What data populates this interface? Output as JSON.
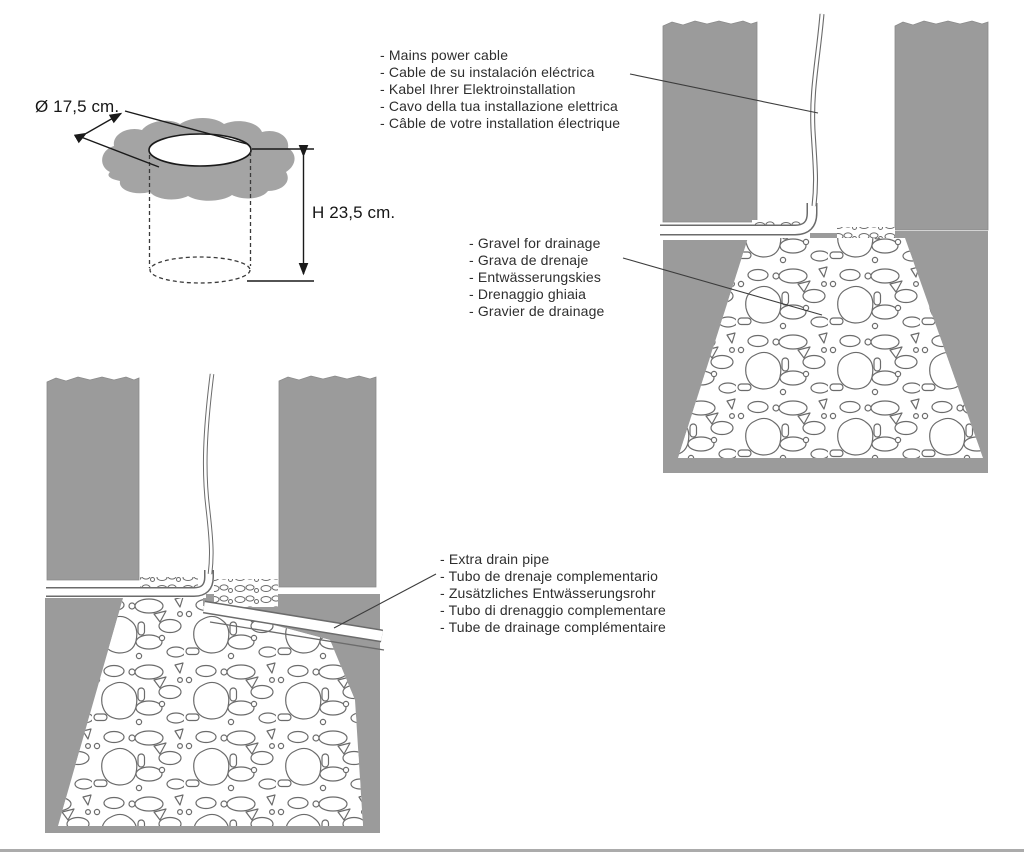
{
  "page": {
    "type": "installation-manual-illustration",
    "background": "#ffffff",
    "bottom_rule_color": "#ababab"
  },
  "colors": {
    "soil_gray": "#9b9b9b",
    "surface_blob_gray": "#a4a4a4",
    "stone_outline": "#6b6b6b",
    "dimension_line": "#1a1a1a",
    "leader_line": "#3c3c3c",
    "label_text": "#2e2e2e"
  },
  "hole_figure": {
    "diameter_label": "Ø 17,5 cm.",
    "height_label": "H 23,5 cm."
  },
  "labels": {
    "mains_cable": {
      "lines": [
        "- Mains power cable",
        "- Cable de su instalación eléctrica",
        "- Kabel Ihrer Elektroinstallation",
        "- Cavo della tua installazione elettrica",
        "- Câble de votre installation électrique"
      ]
    },
    "gravel": {
      "lines": [
        "- Gravel for drainage",
        "- Grava de drenaje",
        "- Entwässerungskies",
        "- Drenaggio ghiaia",
        "- Gravier de drainage"
      ]
    },
    "drain_pipe": {
      "lines": [
        "- Extra drain pipe",
        "- Tubo de drenaje complementario",
        "- Zusätzliches Entwässerungsrohr",
        "- Tubo di drenaggio complementare",
        "- Tube de drainage complémentaire"
      ]
    }
  }
}
